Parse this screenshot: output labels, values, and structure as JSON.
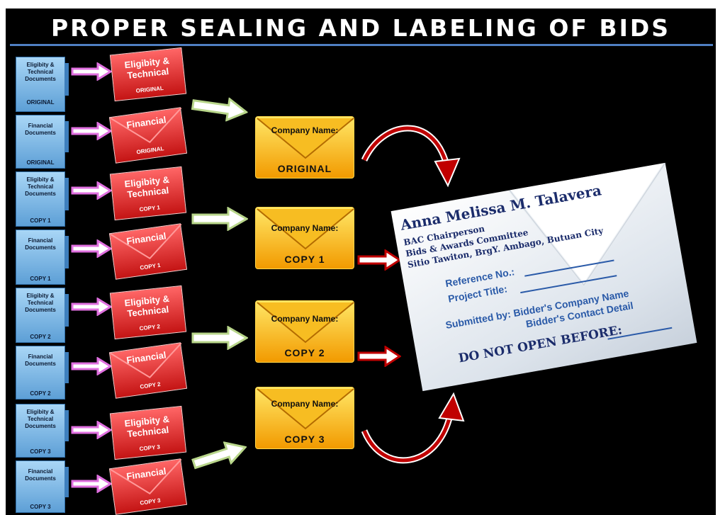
{
  "title": "PROPER SEALING AND LABELING OF BIDS",
  "folders": [
    {
      "text": "Eligibity &\nTechnical\nDocuments",
      "copy": "ORIGINAL"
    },
    {
      "text": "Financial\nDocuments",
      "copy": "ORIGINAL"
    },
    {
      "text": "Eligibity &\nTechnical\nDocuments",
      "copy": "COPY 1"
    },
    {
      "text": "Financial\nDocuments",
      "copy": "COPY 1"
    },
    {
      "text": "Eligibity &\nTechnical\nDocuments",
      "copy": "COPY 2"
    },
    {
      "text": "Financial\nDocuments",
      "copy": "COPY 2"
    },
    {
      "text": "Eligibity &\nTechnical\nDocuments",
      "copy": "COPY 3"
    },
    {
      "text": "Financial\nDocuments",
      "copy": "COPY 3"
    }
  ],
  "red_envelopes": [
    {
      "label": "Eligibity &\nTechnical",
      "copy": "ORIGINAL"
    },
    {
      "label": "Financial",
      "copy": "ORIGINAL"
    },
    {
      "label": "Eligibity &\nTechnical",
      "copy": "COPY 1"
    },
    {
      "label": "Financial",
      "copy": "COPY 1"
    },
    {
      "label": "Eligibity &\nTechnical",
      "copy": "COPY 2"
    },
    {
      "label": "Financial",
      "copy": "COPY 2"
    },
    {
      "label": "Eligibity &\nTechnical",
      "copy": "COPY 3"
    },
    {
      "label": "Financial",
      "copy": "COPY 3"
    }
  ],
  "yellow_envelopes": [
    {
      "label": "Company Name:",
      "copy": "ORIGINAL"
    },
    {
      "label": "Company Name:",
      "copy": "COPY 1"
    },
    {
      "label": "Company Name:",
      "copy": "COPY 2"
    },
    {
      "label": "Company Name:",
      "copy": "COPY 3"
    }
  ],
  "outer_envelope": {
    "name": "Anna Melissa M. Talavera",
    "position": "BAC Chairperson",
    "committee": "Bids & Awards Committee",
    "address": "Sitio Tawiton, BrgY. Ambago, Butuan City",
    "reference_label": "Reference No.:",
    "project_label": "Project Title:",
    "submitted_label": "Submitted by: Bidder's Company Name",
    "contact_label": "Bidder's Contact Detail",
    "warning": "DO NOT OPEN BEFORE:"
  },
  "colors": {
    "background": "#000000",
    "folder": "#5d9fd6",
    "red_envelope": "#d42020",
    "yellow_envelope": "#f5b000",
    "pink_arrow": "#e070e0",
    "green_arrow": "#b8d68a",
    "red_arrow": "#c00000",
    "title_rule": "#4f7fc2"
  },
  "icons": [
    "pink-arrow-icon",
    "green-arrow-icon",
    "red-arrow-icon",
    "curved-arrow-icon",
    "envelope-flap-icon"
  ]
}
